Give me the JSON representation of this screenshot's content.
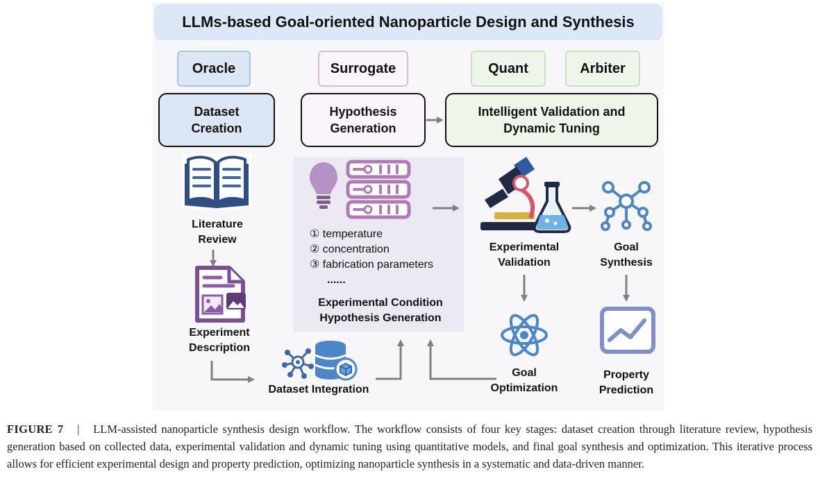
{
  "title": "LLMs-based Goal-oriented Nanoparticle Design and Synthesis",
  "agents": {
    "oracle": "Oracle",
    "surrogate": "Surrogate",
    "quant": "Quant",
    "arbiter": "Arbiter"
  },
  "stages": {
    "dataset_line1": "Dataset",
    "dataset_line2": "Creation",
    "hypothesis_line1": "Hypothesis",
    "hypothesis_line2": "Generation",
    "validation_line1": "Intelligent Validation and",
    "validation_line2": "Dynamic Tuning"
  },
  "steps": {
    "literature_line1": "Literature",
    "literature_line2": "Review",
    "experiment_line1": "Experiment",
    "experiment_line2": "Description",
    "dataset_integration": "Dataset Integration",
    "exp_validation_line1": "Experimental",
    "exp_validation_line2": "Validation",
    "goal_synthesis_line1": "Goal",
    "goal_synthesis_line2": "Synthesis",
    "goal_optimization_line1": "Goal",
    "goal_optimization_line2": "Optimization",
    "property_line1": "Property",
    "property_line2": "Prediction"
  },
  "conditions": {
    "item1": "① temperature",
    "item2": "② concentration",
    "item3": "③ fabrication parameters",
    "ellipsis": "......",
    "heading_line1": "Experimental Condition",
    "heading_line2": "Hypothesis Generation"
  },
  "caption": {
    "figure": "FIGURE 7",
    "separator": "|",
    "text": "LLM-assisted nanoparticle synthesis design workflow. The workflow consists of four key stages: dataset creation through literature review, hypothesis generation based on collected data, experimental validation and dynamic tuning using quantitative models, and final goal synthesis and optimization. This iterative process allows for efficient experimental design and property prediction, optimizing nanoparticle synthesis in a systematic and data-driven manner."
  },
  "colors": {
    "blue_fill": "#dbe7f4",
    "purple_fill": "#faf4fb",
    "green_fill": "#eef6ea",
    "icon_blue": "#3f67a8",
    "icon_purple": "#8a5ea6",
    "arrow_gray": "#808080"
  }
}
